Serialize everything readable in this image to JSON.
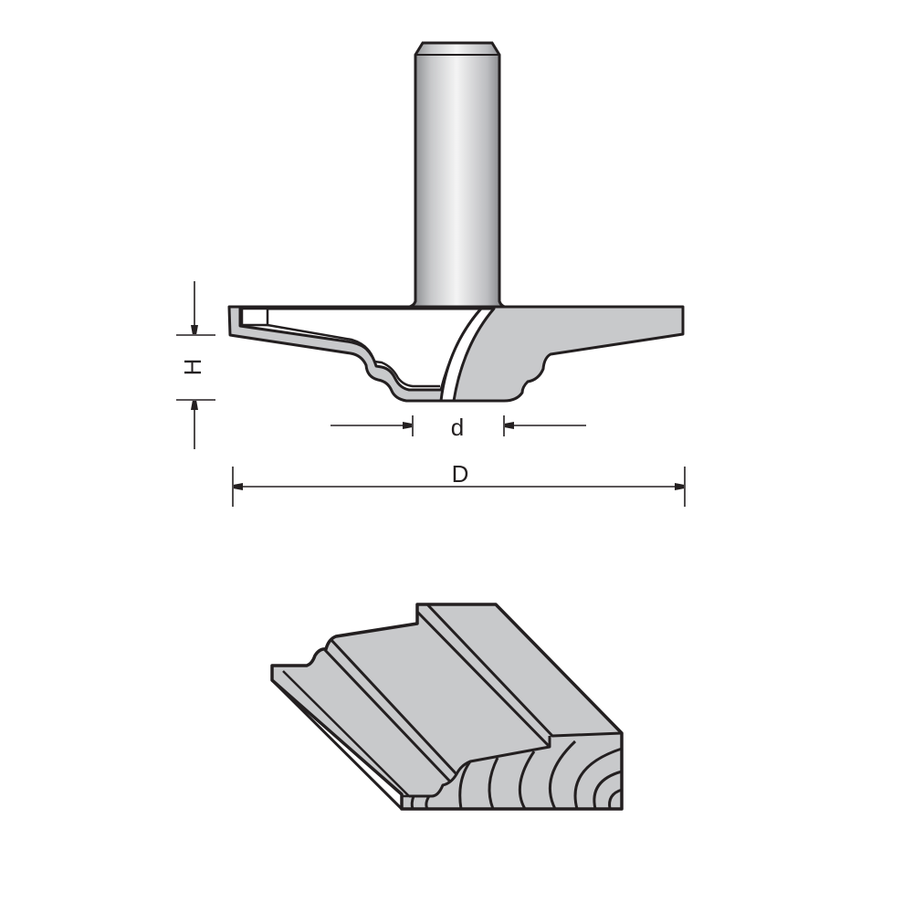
{
  "labels": {
    "height": "H",
    "bore_diameter": "d",
    "cut_diameter": "D"
  },
  "colors": {
    "outline": "#231f20",
    "fill": "#c8c9cb",
    "background": "#ffffff"
  }
}
